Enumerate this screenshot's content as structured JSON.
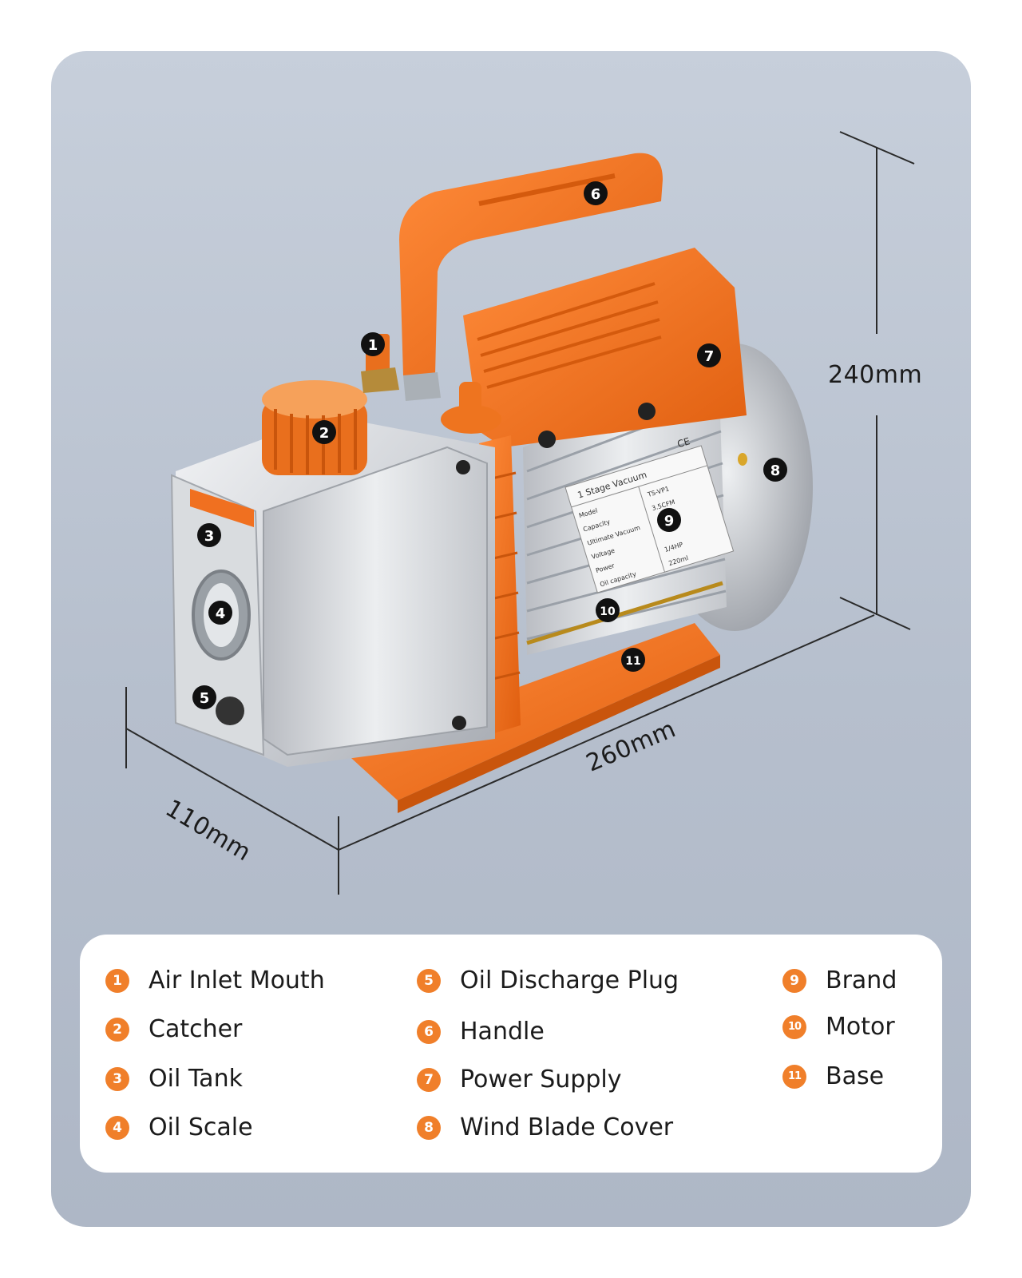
{
  "colors": {
    "accent": "#f07f2a",
    "pump_orange": "#f2701c",
    "panel_bg": "#bcc4d1",
    "legend_bg": "#ffffff"
  },
  "dimensions": {
    "height": "240mm",
    "length": "260mm",
    "width": "110mm"
  },
  "product_label": {
    "title": "1 Stage Vacuum",
    "rows": [
      "Model",
      "Capacity",
      "Ultimate Vacuum",
      "Voltage",
      "Power",
      "Oil capacity"
    ],
    "values": [
      "TS-VP1",
      "3.5CFM",
      "",
      "",
      "1/4HP",
      "220ml"
    ],
    "mark": "CE"
  },
  "callouts": [
    "1",
    "2",
    "3",
    "4",
    "5",
    "6",
    "7",
    "8",
    "9",
    "10",
    "11"
  ],
  "legend": [
    {
      "num": "1",
      "label": "Air Inlet Mouth"
    },
    {
      "num": "2",
      "label": "Catcher"
    },
    {
      "num": "3",
      "label": "Oil Tank"
    },
    {
      "num": "4",
      "label": "Oil Scale"
    },
    {
      "num": "5",
      "label": "Oil Discharge Plug"
    },
    {
      "num": "6",
      "label": "Handle"
    },
    {
      "num": "7",
      "label": "Power Supply"
    },
    {
      "num": "8",
      "label": "Wind Blade Cover"
    },
    {
      "num": "9",
      "label": "Brand"
    },
    {
      "num": "10",
      "label": "Motor"
    },
    {
      "num": "11",
      "label": "Base"
    }
  ]
}
